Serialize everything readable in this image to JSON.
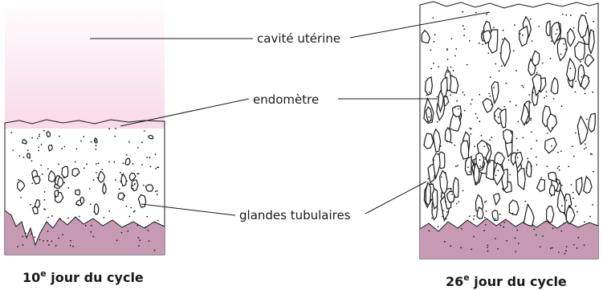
{
  "labels": {
    "cavity": "cavité utérine",
    "endometrium": "endomètre",
    "glands": "glandes tubulaires"
  },
  "captions": {
    "left": {
      "number": "10",
      "sup": "e",
      "text": " jour du cycle"
    },
    "right": {
      "number": "26",
      "sup": "e",
      "text": " jour du cycle"
    }
  },
  "colors": {
    "endometrium": "#f3b8d6",
    "myometrium": "#c79ab4",
    "cavity_gradient_bottom": "#f9d9e8"
  }
}
